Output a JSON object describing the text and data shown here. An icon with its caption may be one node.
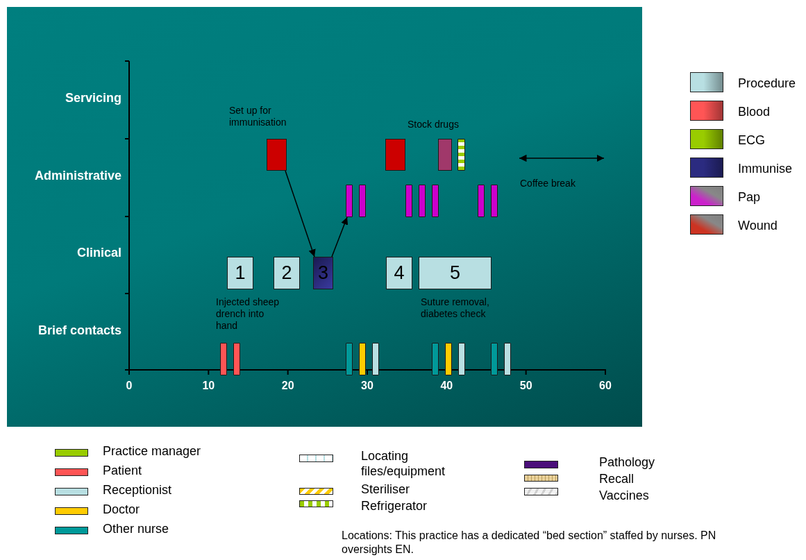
{
  "diagram": {
    "nodes": [
      {
        "text": [],
        "shape": "box"
      },
      {
        "text": [],
        "shape": "box"
      },
      {
        "text": [],
        "shape": "box"
      },
      {
        "text": [],
        "shape": "bar"
      },
      {
        "text": [],
        "shape": "bar"
      },
      {
        "text": [],
        "shape": "bar"
      },
      {
        "text": [],
        "shape": "bar"
      },
      {
        "text": [],
        "shape": "bar"
      },
      {
        "text": [],
        "shape": "bar"
      },
      {
        "text": [],
        "shape": "bar"
      },
      {
        "text": [],
        "shape": "bar"
      },
      {
        "text": [
          "1"
        ]
      },
      {
        "text": [
          "2"
        ]
      },
      {
        "text": [
          "3"
        ]
      },
      {
        "text": [
          "4"
        ]
      },
      {
        "text": [
          "5"
        ]
      },
      {
        "text": [],
        "shape": "bar"
      },
      {
        "text": [],
        "shape": "bar"
      },
      {
        "text": [],
        "shape": "bar"
      },
      {
        "text": [],
        "shape": "bar"
      },
      {
        "text": [],
        "shape": "bar"
      },
      {
        "text": [],
        "shape": "bar"
      },
      {
        "text": [],
        "shape": "bar"
      },
      {
        "text": [],
        "shape": "bar"
      },
      {
        "text": [],
        "shape": "bar"
      },
      {
        "text": [],
        "shape": "bar"
      }
    ],
    "edges": [
      {
        "from": 0,
        "to": 13,
        "arrow": "to"
      },
      {
        "from": 13,
        "to": 4,
        "arrow": "to"
      }
    ],
    "labels": [
      "Servicing",
      "Set up for immunisation",
      "Stock drugs",
      "Administrative",
      "Coffee break",
      "Clinical",
      "Injected sheep drench into hand",
      "Suture removal, diabetes check",
      "Brief contacts",
      "0",
      "10",
      "20",
      "30",
      "40",
      "50",
      "60",
      "Locations: This practice has a dedicated “bed section” staffed by nurses. PN oversights EN."
    ],
    "legend": [
      {
        "text": "Procedure",
        "color": "#b8dfe2"
      },
      {
        "text": "Blood",
        "color": "#ff5555"
      },
      {
        "text": "ECG",
        "color": "#99cc00"
      },
      {
        "text": "Immunise",
        "color": "#2b2b80"
      },
      {
        "text": "Pap",
        "color": "#cc22cc"
      },
      {
        "text": "Wound",
        "color": "#cc3322"
      },
      {
        "text": "Practice manager",
        "color": "#99cc00"
      },
      {
        "text": "Patient",
        "color": "#ff5555"
      },
      {
        "text": "Receptionist",
        "color": "#b8dfe2"
      },
      {
        "text": "Doctor",
        "color": "#ffcc00"
      },
      {
        "text": "Other nurse",
        "color": "#009999"
      },
      {
        "text": "Locating files/equipment"
      },
      {
        "text": "Steriliser"
      },
      {
        "text": "Refrigerator"
      },
      {
        "text": "Pathology",
        "color": "#4b0f7a"
      },
      {
        "text": "Recall"
      },
      {
        "text": "Vaccines"
      }
    ]
  }
}
